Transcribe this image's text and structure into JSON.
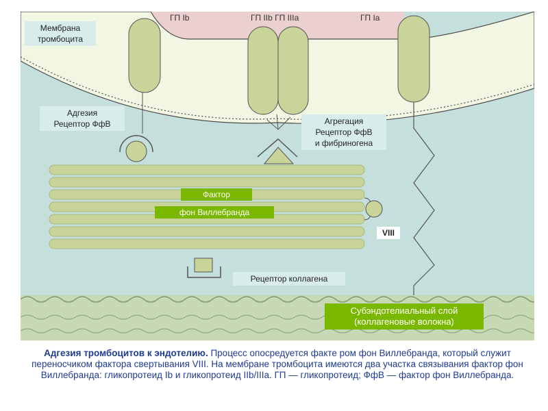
{
  "colors": {
    "platelet": "#f2f7e3",
    "plasma": "#c5dfdd",
    "bridge": "#ecd0d0",
    "fiber": "#c8d49a",
    "fiber_edge": "#a9b87c",
    "subendothelium": "#c6d8b4",
    "label_green": "#7ab800",
    "caption": "#1f3c8f"
  },
  "diagram": {
    "membrane_label": "Мембрана\nтромбоцита",
    "gp_ib": "ГП Ib",
    "gp_iib_iiia": "ГП IIb ГП IIIa",
    "gp_ia": "ГП Ia",
    "adhesion_label": "Адгезия\nРецептор ФфВ",
    "aggregation_label": "Агрегация\nРецептор ФфВ\nи фибриногена",
    "factor_label_1": "Фактор",
    "factor_label_2": "фон Виллебранда",
    "viii_label": "VIII",
    "collagen_receptor_label": "Рецептор коллагена",
    "subendothelium_label": "Субэндотелиальный слой\n(коллагеновые волокна)"
  },
  "caption": {
    "bold": "Адгезия тромбоцитов к эндотелию.",
    "text": " Процесс опосредуется факте ром фон Виллебранда, который служит переносчиком фактора свертывания VIII. На мембране тромбоцита имеются два участка связывания фактор фон Виллебранда: гликопротеид Ib и гликопротеид IIb/IIIa. ГП — гликопротеид; ФфВ — фактор фон Виллебранда."
  }
}
